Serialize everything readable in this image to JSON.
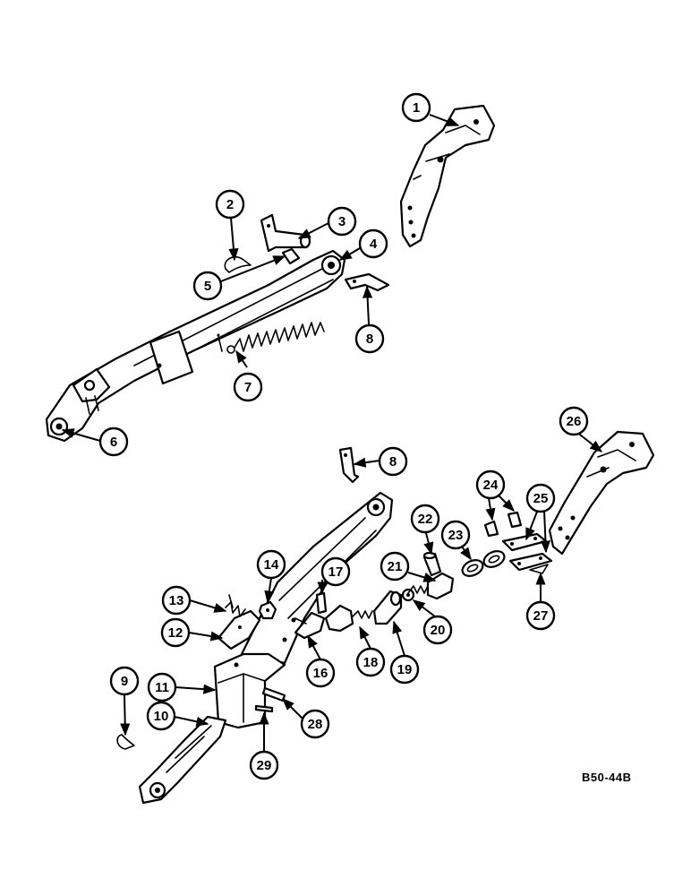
{
  "diagram": {
    "reference_code": "B50-44B",
    "callouts": [
      "1",
      "2",
      "3",
      "4",
      "5",
      "6",
      "7",
      "8",
      "8",
      "9",
      "10",
      "11",
      "12",
      "13",
      "14",
      "16",
      "17",
      "18",
      "19",
      "20",
      "21",
      "22",
      "23",
      "24",
      "25",
      "26",
      "27",
      "28",
      "29"
    ]
  },
  "colors": {
    "line": "#000000",
    "background": "#ffffff"
  }
}
